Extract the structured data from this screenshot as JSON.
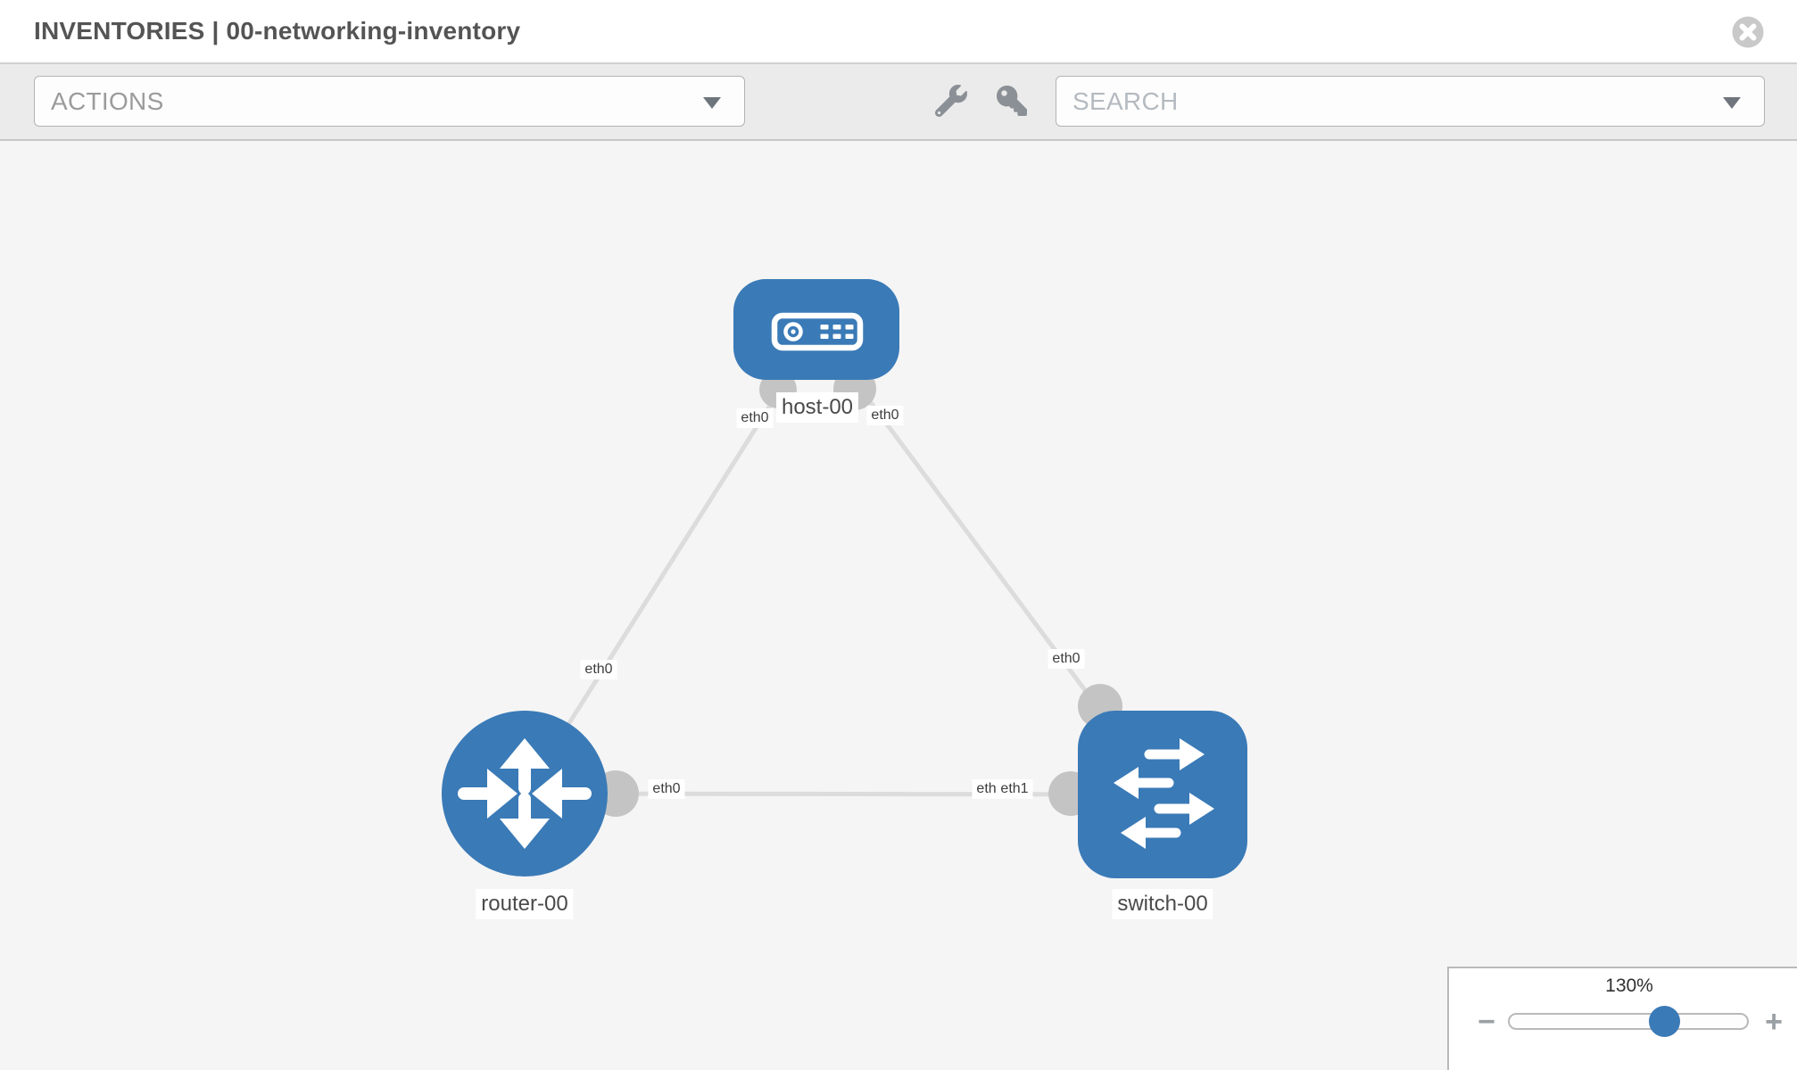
{
  "header": {
    "title": "INVENTORIES | 00-networking-inventory"
  },
  "toolbar": {
    "actions_placeholder": "ACTIONS",
    "search_placeholder": "SEARCH",
    "icons": [
      "wrench-icon",
      "key-icon"
    ]
  },
  "colors": {
    "node_blue": "#3a7ab7",
    "link_gray": "#dcdcdc",
    "connector_gray": "#c4c4c4",
    "toolbar_bg": "#ebebeb",
    "canvas_bg": "#f5f5f5"
  },
  "diagram": {
    "nodes": {
      "host": {
        "label": "host-00",
        "type": "host"
      },
      "router": {
        "label": "router-00",
        "type": "router"
      },
      "switch": {
        "label": "switch-00",
        "type": "switch"
      }
    },
    "links": [
      {
        "from": "host-00",
        "to": "router-00"
      },
      {
        "from": "host-00",
        "to": "switch-00"
      },
      {
        "from": "router-00",
        "to": "switch-00"
      }
    ],
    "port_labels": {
      "host_left": "eth0",
      "host_right": "eth0",
      "router_host_link": "eth0",
      "switch_host_link": "eth0",
      "router_switch_link": "eth0",
      "switch_under": "eth0",
      "switch_eth1": "eth1"
    }
  },
  "zoom_control": {
    "level": "130%",
    "minus": "−",
    "plus": "+"
  }
}
